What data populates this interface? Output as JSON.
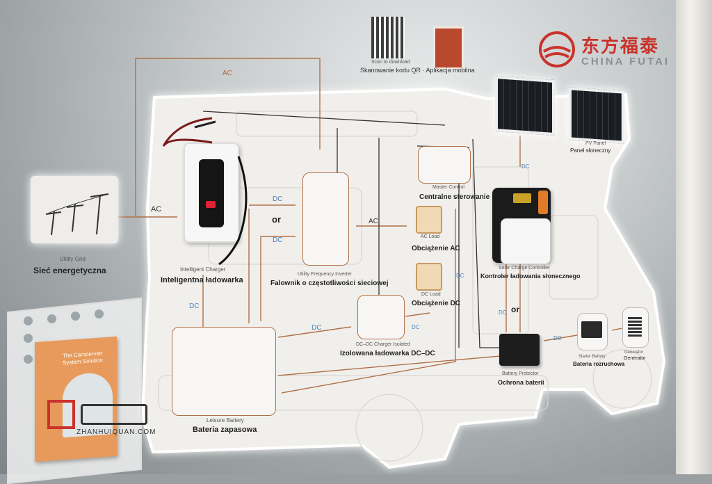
{
  "brand": {
    "name_cn": "东方福泰",
    "name_en": "CHINA FUTAI"
  },
  "qr": {
    "caption_small": "Scan to download",
    "caption": "Skanowanie kodu QR · Aplikacja mobilna"
  },
  "flow_labels": {
    "ac_top": "AC",
    "ac_left": "AC",
    "ac_mid": "AC",
    "dc_a": "DC",
    "dc_b": "DC",
    "dc_c": "DC",
    "dc_d": "DC",
    "dc_e": "DC",
    "dc_f": "DC",
    "dc_g": "DC",
    "dc_h": "DC",
    "dc_i": "DC",
    "or_1": "or",
    "or_2": "or"
  },
  "components": {
    "utility_grid": {
      "en": "Utility Grid",
      "pl": "Sieć energetyczna"
    },
    "charger": {
      "en": "Intelligent Charger",
      "pl": "Inteligentna ładowarka"
    },
    "inverter": {
      "en": "Utility Frequency Inverter",
      "pl": "Falownik o częstotliwości sieciowej"
    },
    "master": {
      "en": "Master Control",
      "pl": "Centralne sterowanie"
    },
    "ac_load": {
      "en": "AC Load",
      "pl": "Obciążenie AC"
    },
    "dc_load": {
      "en": "DC Load",
      "pl": "Obciążenie DC"
    },
    "solar_panel": {
      "en": "PV Panel",
      "pl": "Panel słoneczny"
    },
    "solar_ctrl": {
      "en": "Solar Charge Controller",
      "pl": "Kontroler ładowania słonecznego"
    },
    "dcdc": {
      "en": "DC–DC Charger Isolated",
      "pl": "Izolowana ładowarka DC–DC"
    },
    "leisure": {
      "en": "Leisure Battery",
      "pl": "Bateria zapasowa"
    },
    "protector": {
      "en": "Battery Protector",
      "pl": "Ochrona baterii"
    },
    "starter": {
      "en": "Starter Battery",
      "pl": "Bateria rozruchowa"
    },
    "generator": {
      "en": "Generator",
      "pl": "Generator"
    }
  },
  "brochure": {
    "title": "The Campervan System Solution"
  },
  "watermark": {
    "text": "ZHANHUIQUAN.COM"
  },
  "colors": {
    "line": "#b07048",
    "dc": "#4a7fb5",
    "brand_red": "#c9332c"
  }
}
